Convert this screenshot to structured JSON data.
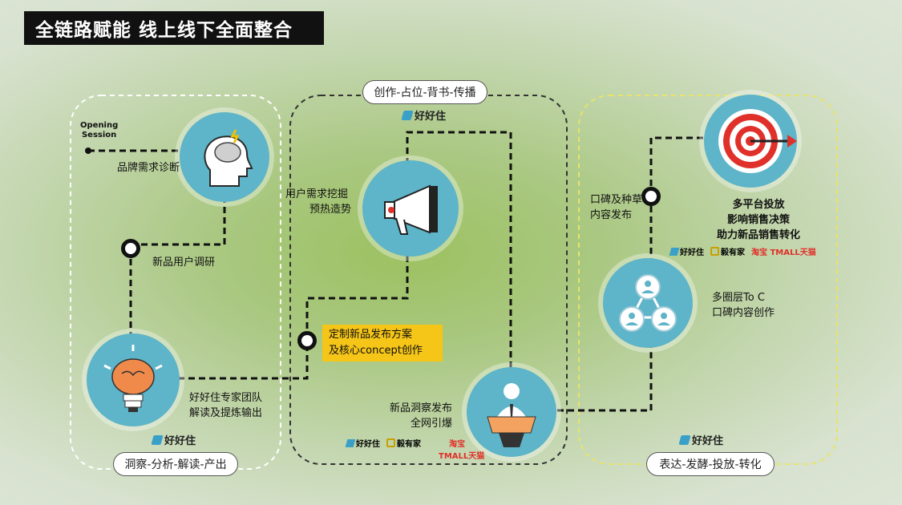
{
  "title": "全链路赋能 线上线下全面整合",
  "opening": {
    "line1": "Opening",
    "line2": "Session"
  },
  "phases": [
    {
      "label": "洞察-分析-解读-产出"
    },
    {
      "label": "创作-占位-背书-传播"
    },
    {
      "label": "表达-发酵-投放-转化"
    }
  ],
  "steps": {
    "brand_diagnosis": "品牌需求诊断",
    "new_user_research": "新品用户调研",
    "expert_team": [
      "好好住专家团队",
      "解读及提炼输出"
    ],
    "custom_launch": [
      "定制新品发布方案",
      "及核心concept创作"
    ],
    "user_demand": [
      "用户需求挖掘",
      "预热造势"
    ],
    "launch": [
      "新品洞察发布",
      "全网引爆"
    ],
    "wom_seeding": [
      "口碑及种草",
      "内容发布"
    ],
    "multi_layer": [
      "多圈层To C",
      "口碑内容创作"
    ],
    "multi_platform": [
      "多平台投放",
      "影响销售决策",
      "助力新品销售转化"
    ]
  },
  "brands": {
    "haohaozhu": "好好住",
    "yiyoujia": "毅有家",
    "taobao": "淘宝",
    "tmall": "TMALL天猫",
    "taobao_tmall": "淘宝 TMALL天猫"
  },
  "colors": {
    "circle": "#5eb4c8",
    "highlight": "#f5c518",
    "title_bg": "#111111",
    "target_red": "#e0302a"
  },
  "icons": [
    "head-brain-icon",
    "megaphone-icon",
    "target-icon",
    "people-network-icon",
    "lightbulb-brain-icon",
    "speaker-podium-icon"
  ]
}
